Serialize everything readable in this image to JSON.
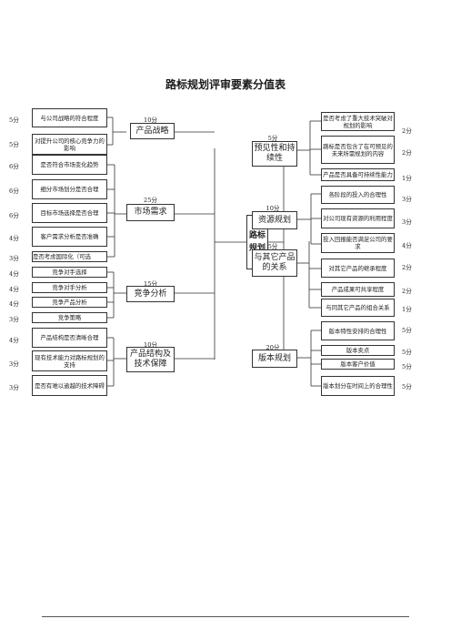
{
  "title": "路标规划评审要素分值表",
  "center": "路标规划",
  "left_categories": [
    {
      "name": "产品战略",
      "score": "10分"
    },
    {
      "name": "市场需求",
      "score": "25分"
    },
    {
      "name": "竞争分析",
      "score": "15分"
    },
    {
      "name": "产品结构及技术保障",
      "score": "10分"
    }
  ],
  "right_categories": [
    {
      "name": "预见性和持续性",
      "score": "5分"
    },
    {
      "name": "资源规划",
      "score": "10分"
    },
    {
      "name": "与其它产品的关系",
      "score": "5分"
    },
    {
      "name": "版本规划",
      "score": "20分"
    }
  ],
  "left_items": [
    {
      "text": "与公司战略的符合程度",
      "score": "5分"
    },
    {
      "text": "对提升公司的核心竞争力的影响",
      "score": "5分"
    },
    {
      "text": "是否符合市场变化趋势",
      "score": "6分"
    },
    {
      "text": "细分市场划分是否合理",
      "score": "6分"
    },
    {
      "text": "目标市场选择是否合理",
      "score": "6分"
    },
    {
      "text": "客户需求分析是否准确",
      "score": "4分"
    },
    {
      "text": "是否考虑国际化（可选",
      "score": "3分"
    },
    {
      "text": "竞争对手选择",
      "score": "4分"
    },
    {
      "text": "竞争对手分析",
      "score": "4分"
    },
    {
      "text": "竞争产品分析",
      "score": "4分"
    },
    {
      "text": "竞争策略",
      "score": "3分"
    },
    {
      "text": "产品结构是否清晰合理",
      "score": "4分"
    },
    {
      "text": "现有技术能力对路标规划的支持",
      "score": "3分"
    },
    {
      "text": "是否有难以逾越的技术障碍",
      "score": "3分"
    }
  ],
  "right_items": [
    {
      "text": "是否考虑了重大技术突破对规划的影响",
      "score": "2分"
    },
    {
      "text": "路标是否包含了在可预见的未来所需规划的内容",
      "score": "2分"
    },
    {
      "text": "产品是否具备可持续性能力",
      "score": "1分"
    },
    {
      "text": "各阶段的投入的合理性",
      "score": "3分"
    },
    {
      "text": "对公司现有资源的利用程度",
      "score": "3分"
    },
    {
      "text": "投入回报能否满足公司的要求",
      "score": "4分"
    },
    {
      "text": "对其它产品的继承程度",
      "score": "2分"
    },
    {
      "text": "产品成果可共享程度",
      "score": "2分"
    },
    {
      "text": "与同其它产品的组合关系",
      "score": "1分"
    },
    {
      "text": "版本特性安排的合理性",
      "score": "5分"
    },
    {
      "text": "版本卖点",
      "score": "5分"
    },
    {
      "text": "版本客户价值",
      "score": "5分"
    },
    {
      "text": "版本划分在时间上的合理性",
      "score": "5分"
    }
  ]
}
